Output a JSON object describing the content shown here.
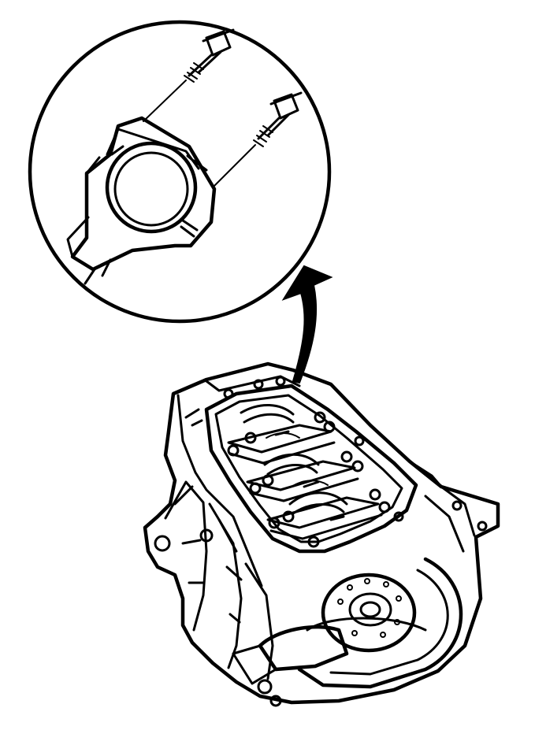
{
  "figure": {
    "detail_view": {
      "content": "connecting-rod-cap-with-bolts"
    },
    "main_view": {
      "content": "engine-block-underside-with-crankshaft"
    },
    "callout_arrow": {
      "direction": "up"
    },
    "colors": {
      "line": "#000000",
      "background": "#ffffff"
    }
  }
}
